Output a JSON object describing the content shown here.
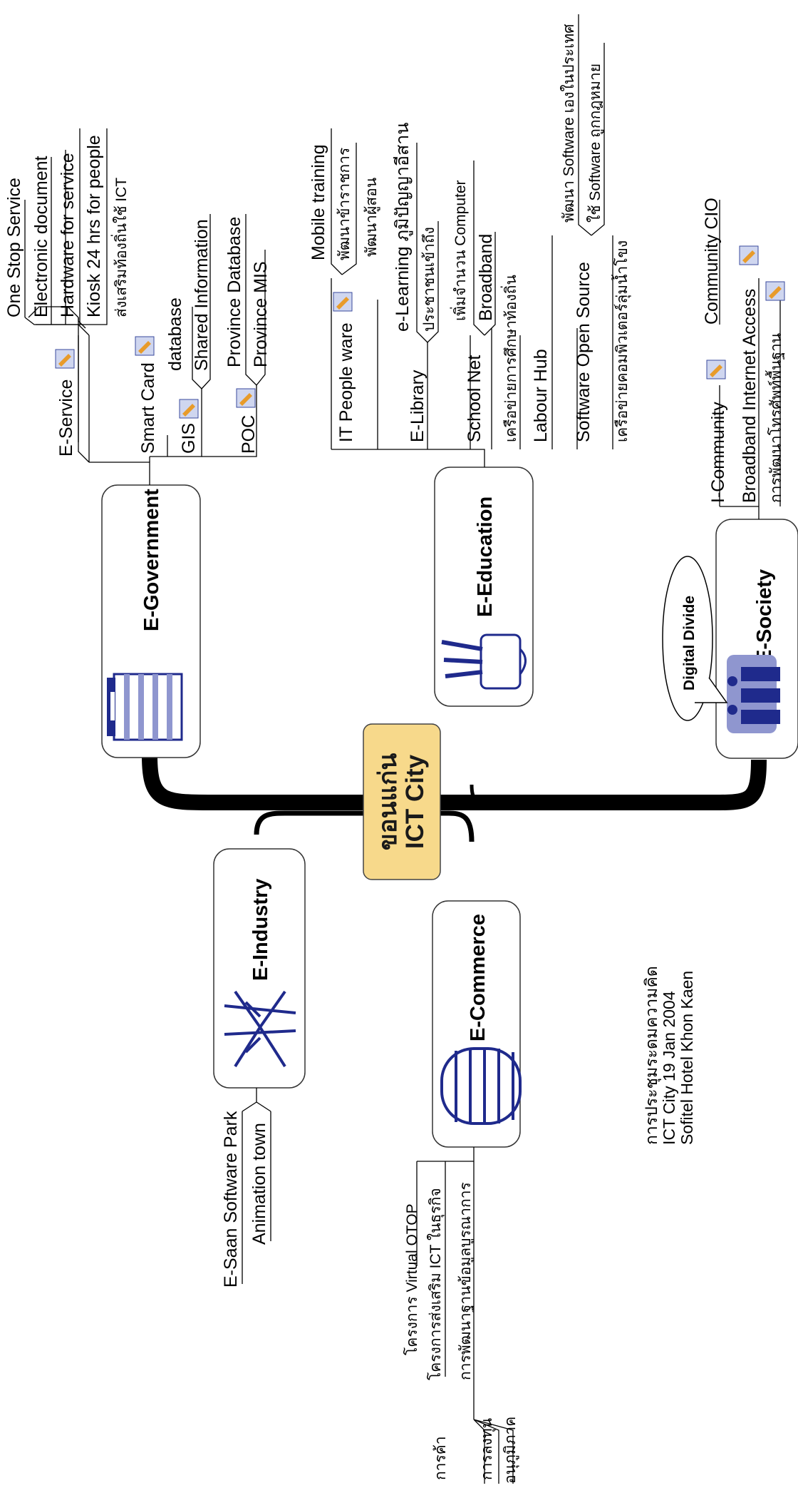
{
  "center": {
    "line1": "ขอนแก่น",
    "line2": "ICT City"
  },
  "main_nodes": {
    "government": "E-Government",
    "education": "E-Education",
    "society": "E-Society",
    "industry": "E-Industry",
    "commerce": "E-Commerce"
  },
  "callout": "Digital Divide",
  "government": {
    "e_service": "E-Service",
    "one_stop": "One Stop Service",
    "electronic_document": "Electronic document",
    "hardware": "Hardware for service",
    "kiosk": "Kiosk 24 hrs for people",
    "promote_local": "ส่งเสริมท้องถิ่นใช้ ICT",
    "smart_card": "Smart Card",
    "gis": "GIS",
    "database": "database",
    "shared_info": "Shared Information",
    "poc": "POC",
    "province_db": "Province Database",
    "province_mis": "Province MIS"
  },
  "education": {
    "it_people": "IT People ware",
    "mobile_training": "Mobile training",
    "dev_officials": "พัฒนาข้าราชการ",
    "dev_teachers": "พัฒนาผู้สอน",
    "e_library": "E-Library",
    "e_learning": "e-Learning ภูมิปัญญาอีสาน",
    "access": "ประชาชนเข้าถึง",
    "school_net": "School Net",
    "more_computers": "เพิ่มจำนวน Computer",
    "broadband": "Broadband",
    "local_network": "เครือข่ายการศึกษาท้องถิ่น",
    "labour_hub": "Labour Hub",
    "open_source": "Software Open Source",
    "dev_software": "พัฒนา Software เองในประเทศ",
    "legal_software": "ใช้ Software ถูกกฎหมาย",
    "water_network": "เครือข่ายคอมพิวเตอร์ลุ่มน้ำโขง"
  },
  "society": {
    "i_community": "I-Community",
    "community_cio": "Community CIO",
    "broadband_access": "Broadband Internet Access",
    "phone_dev": "การพัฒนาโทรศัพท์พื้นฐาน"
  },
  "industry": {
    "software_park": "E-Saan Software Park",
    "animation_town": "Animation town"
  },
  "commerce": {
    "virtual_otop": "โครงการ Virtual OTOP",
    "promote_ict": "โครงการส่งเสริม ICT ในธุรกิจ",
    "info_center": "การพัฒนาฐานข้อมูลบูรณาการ",
    "trade": "การค้า",
    "investment": "การลงทุน",
    "subregion": "อนุภูมิภาค"
  },
  "meeting_note": {
    "line1": "การประชุมระดมความคิด",
    "line2": "ICT City 19 Jan 2004",
    "line3": "Sofitel Hotel Khon Kaen"
  },
  "colors": {
    "center_fill": "#f7d98b",
    "icon_blue": "#1f2a8c",
    "icon_light": "#8f96cf"
  }
}
